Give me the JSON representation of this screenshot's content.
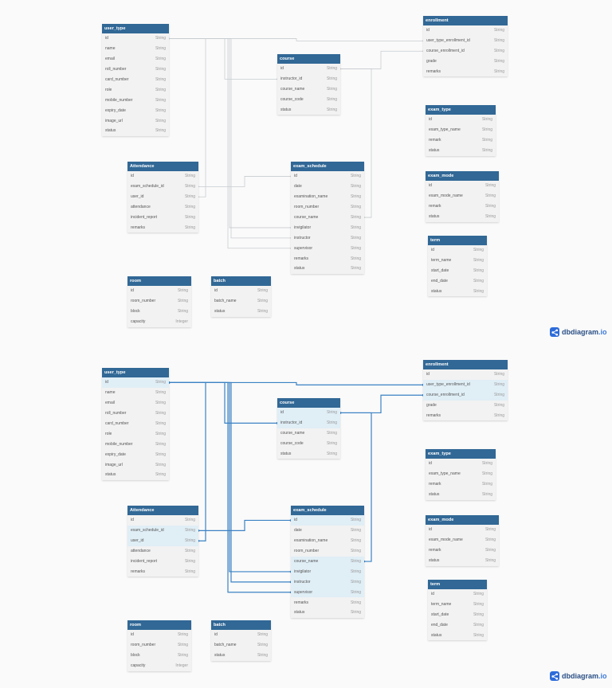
{
  "brand": {
    "name": "dbdiagram",
    "suffix": ".io"
  },
  "tables": [
    {
      "key": "user_type",
      "title": "user_type",
      "fields": [
        {
          "name": "id",
          "type": "String"
        },
        {
          "name": "name",
          "type": "String"
        },
        {
          "name": "email",
          "type": "String"
        },
        {
          "name": "roll_number",
          "type": "String"
        },
        {
          "name": "card_number",
          "type": "String"
        },
        {
          "name": "role",
          "type": "String"
        },
        {
          "name": "mobile_number",
          "type": "String"
        },
        {
          "name": "expiry_date",
          "type": "String"
        },
        {
          "name": "image_url",
          "type": "String"
        },
        {
          "name": "status",
          "type": "String"
        }
      ]
    },
    {
      "key": "course",
      "title": "course",
      "fields": [
        {
          "name": "id",
          "type": "String"
        },
        {
          "name": "instructor_id",
          "type": "String"
        },
        {
          "name": "course_name",
          "type": "String"
        },
        {
          "name": "course_code",
          "type": "String"
        },
        {
          "name": "status",
          "type": "String"
        }
      ]
    },
    {
      "key": "enrollment",
      "title": "enrollment",
      "fields": [
        {
          "name": "id",
          "type": "String"
        },
        {
          "name": "user_type_enrollment_id",
          "type": "String"
        },
        {
          "name": "course_enrollment_id",
          "type": "String"
        },
        {
          "name": "grade",
          "type": "String"
        },
        {
          "name": "remarks",
          "type": "String"
        }
      ]
    },
    {
      "key": "exam_type",
      "title": "exam_type",
      "fields": [
        {
          "name": "id",
          "type": "String"
        },
        {
          "name": "exam_type_name",
          "type": "String"
        },
        {
          "name": "remark",
          "type": "String"
        },
        {
          "name": "status",
          "type": "String"
        }
      ]
    },
    {
      "key": "exam_mode",
      "title": "exam_mode",
      "fields": [
        {
          "name": "id",
          "type": "String"
        },
        {
          "name": "exam_mode_name",
          "type": "String"
        },
        {
          "name": "remark",
          "type": "String"
        },
        {
          "name": "status",
          "type": "String"
        }
      ]
    },
    {
      "key": "term",
      "title": "term",
      "fields": [
        {
          "name": "id",
          "type": "String"
        },
        {
          "name": "term_name",
          "type": "String"
        },
        {
          "name": "start_date",
          "type": "String"
        },
        {
          "name": "end_date",
          "type": "String"
        },
        {
          "name": "status",
          "type": "String"
        }
      ]
    },
    {
      "key": "attendance",
      "title": "Attendance",
      "fields": [
        {
          "name": "id",
          "type": "String"
        },
        {
          "name": "exam_schedule_id",
          "type": "String"
        },
        {
          "name": "user_id",
          "type": "String"
        },
        {
          "name": "attendance",
          "type": "String"
        },
        {
          "name": "incident_report",
          "type": "String"
        },
        {
          "name": "remarks",
          "type": "String"
        }
      ]
    },
    {
      "key": "exam_schedule",
      "title": "exam_schedule",
      "fields": [
        {
          "name": "id",
          "type": "String"
        },
        {
          "name": "date",
          "type": "String"
        },
        {
          "name": "examination_name",
          "type": "String"
        },
        {
          "name": "room_number",
          "type": "String"
        },
        {
          "name": "course_name",
          "type": "String"
        },
        {
          "name": "invigilator",
          "type": "String"
        },
        {
          "name": "instructor",
          "type": "String"
        },
        {
          "name": "supervisor",
          "type": "String"
        },
        {
          "name": "remarks",
          "type": "String"
        },
        {
          "name": "status",
          "type": "String"
        }
      ]
    },
    {
      "key": "room",
      "title": "room",
      "fields": [
        {
          "name": "id",
          "type": "String"
        },
        {
          "name": "room_number",
          "type": "String"
        },
        {
          "name": "block",
          "type": "String"
        },
        {
          "name": "capacity",
          "type": "Integer"
        }
      ]
    },
    {
      "key": "batch",
      "title": "batch",
      "fields": [
        {
          "name": "id",
          "type": "String"
        },
        {
          "name": "batch_name",
          "type": "String"
        },
        {
          "name": "status",
          "type": "String"
        }
      ]
    }
  ],
  "panels": [
    {
      "key": "default",
      "highlighted": []
    },
    {
      "key": "hover-user_type-id",
      "highlighted": [
        "user_type.id",
        "course.id",
        "course.instructor_id",
        "enrollment.user_type_enrollment_id",
        "enrollment.course_enrollment_id",
        "attendance.exam_schedule_id",
        "attendance.user_id",
        "exam_schedule.id",
        "exam_schedule.course_name",
        "exam_schedule.invigilator",
        "exam_schedule.instructor",
        "exam_schedule.supervisor"
      ]
    }
  ]
}
